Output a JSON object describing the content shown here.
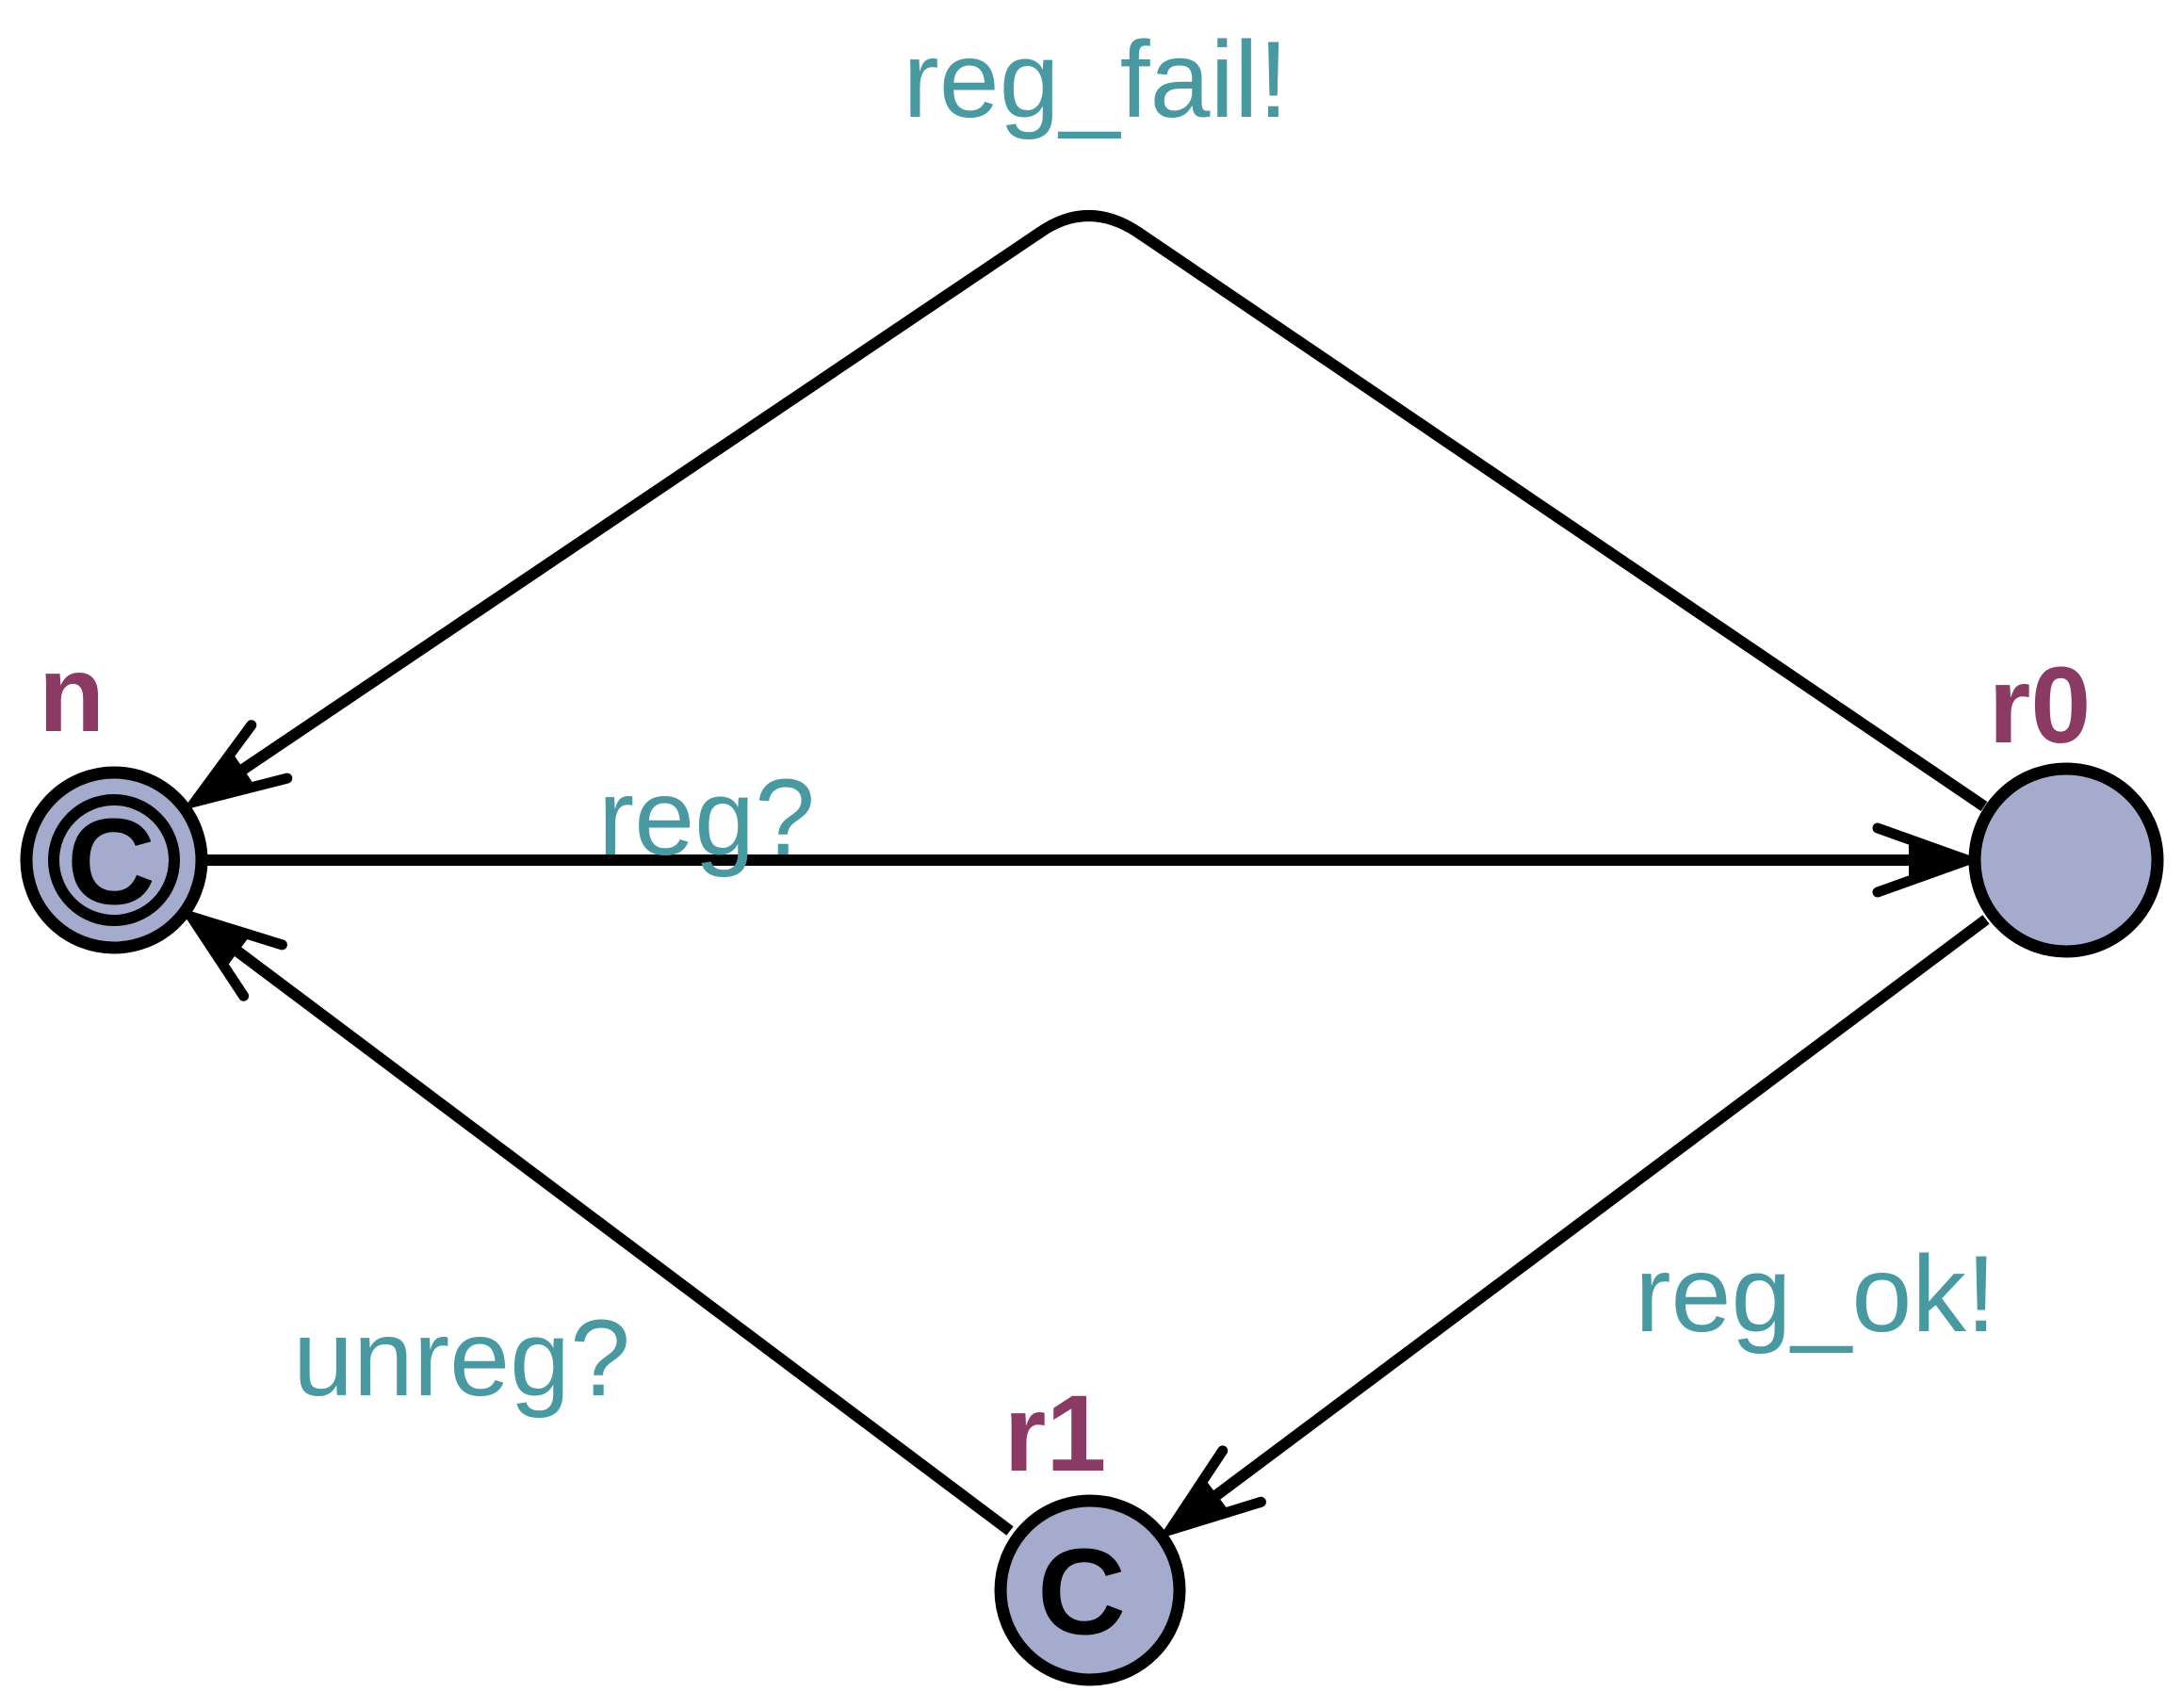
{
  "diagram": {
    "kind": "uppaal-timed-automaton",
    "background_color": "#ffffff",
    "colors": {
      "state_fill": "#A5ABCC",
      "state_stroke": "#000000",
      "edge_stroke": "#000000",
      "state_name_color": "#8B3A64",
      "edge_label_color": "#4899A2"
    },
    "states": [
      {
        "id": "n",
        "name": "n",
        "initial": true,
        "committed": true,
        "committed_marker": "C"
      },
      {
        "id": "r0",
        "name": "r0",
        "initial": false,
        "committed": false,
        "committed_marker": ""
      },
      {
        "id": "r1",
        "name": "r1",
        "initial": false,
        "committed": true,
        "committed_marker": "C"
      }
    ],
    "transitions": [
      {
        "from": "n",
        "to": "r0",
        "label": "reg?"
      },
      {
        "from": "r0",
        "to": "n",
        "label": "reg_fail!"
      },
      {
        "from": "r0",
        "to": "r1",
        "label": "reg_ok!"
      },
      {
        "from": "r1",
        "to": "n",
        "label": "unreg?"
      }
    ]
  }
}
